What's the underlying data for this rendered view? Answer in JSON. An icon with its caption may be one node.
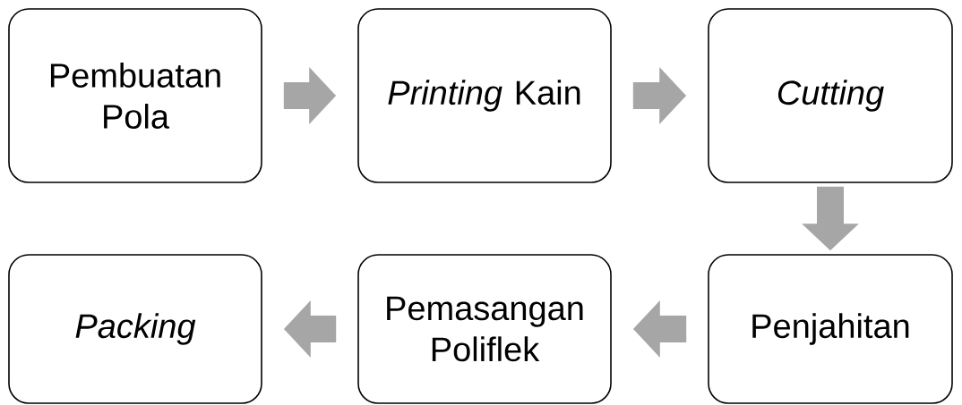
{
  "diagram": {
    "nodes": [
      {
        "text": [
          "Pembuatan Pola"
        ]
      },
      {
        "text": [
          "*Printing* Kain"
        ]
      },
      {
        "text": [
          "Cutting"
        ]
      },
      {
        "text": [
          "Penjahitan"
        ]
      },
      {
        "text": [
          "Pemasangan Poliflek"
        ]
      },
      {
        "text": [
          "Packing"
        ]
      }
    ],
    "edges": [
      {
        "from": 0,
        "to": 1,
        "arrow": "to"
      },
      {
        "from": 1,
        "to": 2,
        "arrow": "to"
      },
      {
        "from": 2,
        "to": 3,
        "arrow": "to"
      },
      {
        "from": 3,
        "to": 4,
        "arrow": "to"
      },
      {
        "from": 4,
        "to": 5,
        "arrow": "to"
      }
    ]
  }
}
